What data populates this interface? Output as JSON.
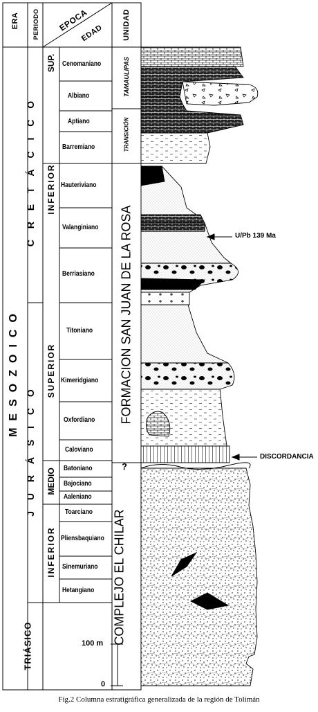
{
  "headers": {
    "era": "ERA",
    "periodo": "PERIODO",
    "epoca": "EPOCA",
    "edad": "EDAD",
    "unidad": "UNIDAD"
  },
  "era": {
    "mesozoico": "MESOZOICO"
  },
  "periods": {
    "cretacico": "C R E T Á C I C O",
    "jurasico": "J U R Á S I C O",
    "triasico": "TRIÁSICO"
  },
  "epochs": {
    "sup": "SUP.",
    "inferior_cret": "INFERIOR",
    "superior_jur": "SUPERIOR",
    "medio": "MEDIO",
    "inferior_jur": "INFERIOR"
  },
  "stages": [
    "Cenomaniano",
    "Albiano",
    "Aptiano",
    "Barremiano",
    "Hauteriviano",
    "Valanginiano",
    "Berriasiano",
    "Titoniano",
    "Kimeridgiano",
    "Oxfordiano",
    "Caloviano",
    "Batoniano",
    "Bajociano",
    "Aaleniano",
    "Toarciano",
    "Pliensbaquiano",
    "Sinemuriano",
    "Hetangiano"
  ],
  "units": {
    "tamaulipas": "TAMAULIPAS",
    "transicion": "TRANSICIÓN",
    "san_juan": "FORMACION SAN JUAN DE LA ROSA",
    "el_chilar": "COMPLEJO EL CHILAR"
  },
  "annotations": {
    "upb": "U/Pb 139 Ma",
    "discordancia": "DISCORDANCIA",
    "question": "?"
  },
  "scale": {
    "mark100": "100 m",
    "mark0": "0"
  },
  "caption": "Fig.2 Columna estratigráfica generalizada de la región de Tolimán"
}
